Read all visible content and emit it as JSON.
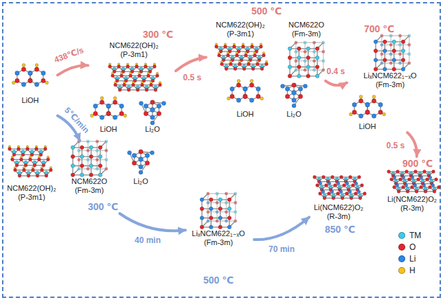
{
  "diagram": {
    "nodes": [
      {
        "text": [
          "LiOH",
          "NCM622(OH)₂ (P-3m1)"
        ]
      },
      {
        "text": [
          "300 ℃",
          "NCM622(OH)₂ (P-3m1)",
          "LiOH",
          "Li₂O"
        ]
      },
      {
        "text": [
          "500 ℃",
          "NCM622(OH)₂ (P-3m1)",
          "NCM622O (Fm-3m)",
          "LiOH",
          "Li₂O"
        ]
      },
      {
        "text": [
          "700 ℃",
          "LiₓNCM622₁₋ₓO (Fm-3m)",
          "LiOH"
        ]
      },
      {
        "text": [
          "900 ℃",
          "Li(NCM622)O₂ (R-3m)"
        ]
      },
      {
        "text": [
          "NCM622O (Fm-3m)",
          "Li₂O",
          "300 ℃"
        ]
      },
      {
        "text": [
          "LiₓNCM622₁₋ₓO (Fm-3m)",
          "500 ℃"
        ]
      },
      {
        "text": [
          "Li(NCM622)O₂ (R-3m)",
          "850 ℃"
        ]
      }
    ],
    "edges": [
      {
        "from": 0,
        "to": 1,
        "label": "438℃/s",
        "arrow": "to"
      },
      {
        "from": 0,
        "to": 5,
        "label": "5℃/min",
        "arrow": "to"
      },
      {
        "from": 1,
        "to": 2,
        "label": "0.5 s",
        "arrow": "to"
      },
      {
        "from": 2,
        "to": 3,
        "label": "0.4 s",
        "arrow": "to"
      },
      {
        "from": 3,
        "to": 4,
        "label": "0.5 s",
        "arrow": "to"
      },
      {
        "from": 5,
        "to": 6,
        "label": "40 min",
        "arrow": "to"
      },
      {
        "from": 6,
        "to": 7,
        "label": "70 min",
        "arrow": "to"
      }
    ],
    "legend": [
      {
        "text": "TM",
        "color": "#3ec9e9"
      },
      {
        "text": "O",
        "color": "#e3262b"
      },
      {
        "text": "Li",
        "color": "#2d86e4"
      },
      {
        "text": "H",
        "color": "#f6c21b"
      }
    ]
  }
}
